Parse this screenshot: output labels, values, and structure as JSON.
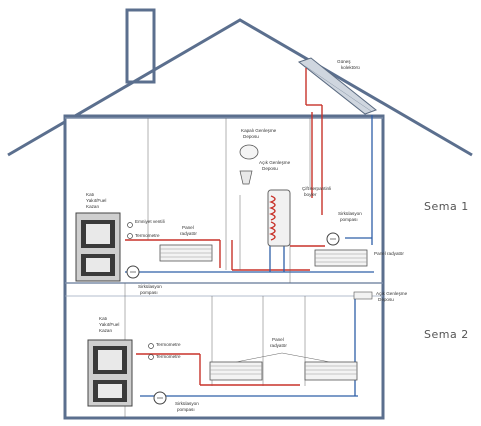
{
  "scheme_labels": {
    "upper": "Sema 1",
    "lower": "Sema 2"
  },
  "labels": {
    "solar": [
      "Güneş",
      "kolektörü"
    ],
    "tank": [
      "Kapalı Genleşme",
      "Deposu"
    ],
    "open_tank": [
      "Açık Genleşme",
      "Deposu"
    ],
    "boiler": [
      "Çift serpantinli",
      "boyler"
    ],
    "circ_pump_right": [
      "Sirkülasyon",
      "pompası"
    ],
    "panel_rad_right": "Panel radyatör",
    "open_tank_lower": [
      "Açık Genleşme",
      "Deposu"
    ],
    "boiler_upper": [
      "Katı",
      "Yakıt/Fuel",
      "Kazan"
    ],
    "boiler_lower": [
      "Katı",
      "Yakıt/Fuel",
      "Kazan"
    ],
    "thermostat_upper": [
      "Emniyet ventili",
      "Termometre"
    ],
    "thermostat_lower": [
      "Termometre",
      "Termometre"
    ],
    "panel_rad_upper": [
      "Panel",
      "radyatör"
    ],
    "panel_rad_lower": [
      "Panel",
      "radyatör"
    ],
    "pump_upper": [
      "Sirkülasyon",
      "pompası"
    ],
    "pump_lower": [
      "Sirkülasyon",
      "pompası"
    ]
  }
}
